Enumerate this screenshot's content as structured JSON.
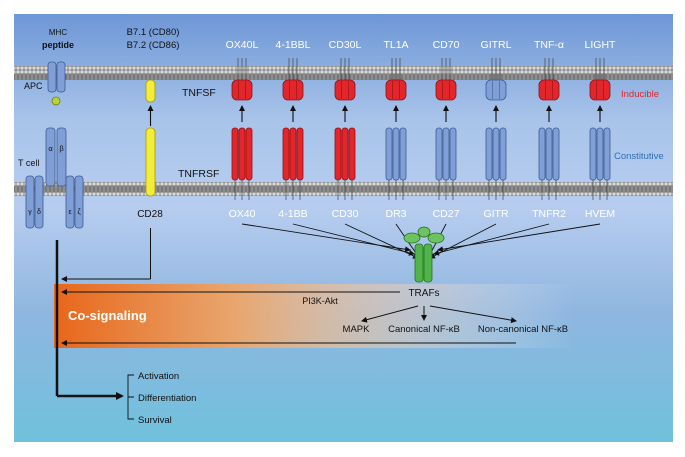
{
  "apc_top": {
    "mhc_label": "MHC",
    "peptide_label": "peptide",
    "b7_line1": "B7.1 (CD80)",
    "b7_line2": "B7.2 (CD86)"
  },
  "ligands": [
    "OX40L",
    "4-1BBL",
    "CD30L",
    "TL1A",
    "CD70",
    "GITRL",
    "TNF-α",
    "LIGHT"
  ],
  "ligand_colors": [
    "red",
    "red",
    "red",
    "red",
    "red",
    "blue",
    "red",
    "red"
  ],
  "receptors": [
    "OX40",
    "4-1BB",
    "CD30",
    "DR3",
    "CD27",
    "GITR",
    "TNFR2",
    "HVEM"
  ],
  "receptor_colors": [
    "red",
    "red",
    "red",
    "blue",
    "blue",
    "blue",
    "blue",
    "blue"
  ],
  "labels": {
    "apc": "APC",
    "tcell": "T cell",
    "tnfsf": "TNFSF",
    "tnfrsf": "TNFRSF",
    "cd28": "CD28",
    "inducible": "Inducible",
    "constitutive": "Constitutive",
    "alpha": "α",
    "beta": "β",
    "gamma": "γ",
    "delta": "δ",
    "epsilon": "ε",
    "zeta": "ζ"
  },
  "signaling": {
    "trafs": "TRAFs",
    "pi3k": "PI3K-Akt",
    "mapk": "MAPK",
    "canonical": "Canonical NF-κB",
    "noncanonical": "Non-canonical NF-κB",
    "cosignaling": "Co-signaling"
  },
  "outcomes": [
    "Activation",
    "Differentiation",
    "Survival"
  ],
  "colors": {
    "inducible": "#e0282e",
    "constitutive": "#2f6fb6",
    "protein_red": "#e3262c",
    "protein_blue": "#7f9fd6",
    "protein_yellow": "#f2ec3a",
    "traf_green": "#4fb548",
    "cosignal_orange": "#e8661a"
  }
}
